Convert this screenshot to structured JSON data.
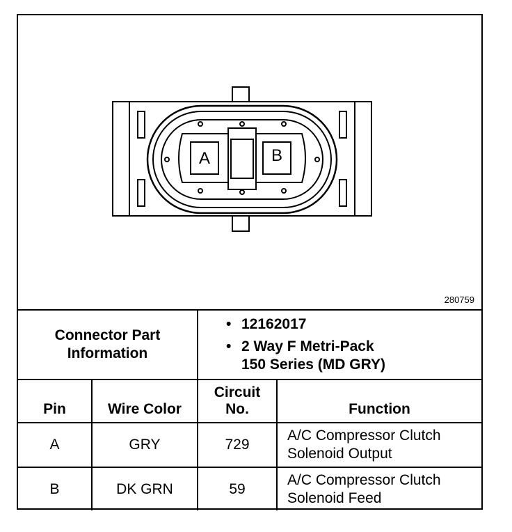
{
  "figure_id": "280759",
  "connector": {
    "pin_labels": [
      "A",
      "B"
    ]
  },
  "part_info": {
    "label_line1": "Connector Part",
    "label_line2": "Information",
    "bullet_char": "•",
    "part_number": "12162017",
    "desc_line1": "2 Way F Metri-Pack",
    "desc_line2": "150 Series (MD GRY)"
  },
  "columns": {
    "pin": "Pin",
    "wire_color": "Wire Color",
    "circuit_line1": "Circuit",
    "circuit_line2": "No.",
    "function": "Function"
  },
  "rows": [
    {
      "pin": "A",
      "wire_color": "GRY",
      "circuit": "729",
      "function_line1": "A/C Compressor Clutch",
      "function_line2": "Solenoid Output"
    },
    {
      "pin": "B",
      "wire_color": "DK GRN",
      "circuit": "59",
      "function_line1": "A/C Compressor Clutch",
      "function_line2": "Solenoid Feed"
    }
  ]
}
